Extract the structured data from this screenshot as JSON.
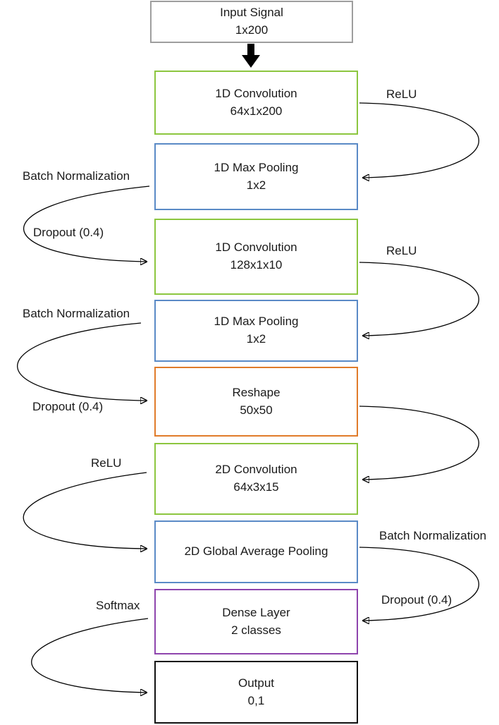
{
  "diagram": {
    "colors": {
      "input": "#9e9e9e",
      "convolution": "#8cc63f",
      "pooling": "#5a8ac6",
      "reshape": "#e07b2a",
      "dense": "#8e44ad",
      "output": "#111111"
    },
    "boxes": [
      {
        "id": "input",
        "line1": "Input Signal",
        "line2": "1x200",
        "kind": "input"
      },
      {
        "id": "conv1",
        "line1": "1D Convolution",
        "line2": "64x1x200",
        "kind": "convolution"
      },
      {
        "id": "pool1",
        "line1": "1D Max Pooling",
        "line2": "1x2",
        "kind": "pooling"
      },
      {
        "id": "conv2",
        "line1": "1D Convolution",
        "line2": "128x1x10",
        "kind": "convolution"
      },
      {
        "id": "pool2",
        "line1": "1D Max Pooling",
        "line2": "1x2",
        "kind": "pooling"
      },
      {
        "id": "reshape",
        "line1": "Reshape",
        "line2": "50x50",
        "kind": "reshape"
      },
      {
        "id": "conv3",
        "line1": "2D Convolution",
        "line2": "64x3x15",
        "kind": "convolution"
      },
      {
        "id": "gap",
        "line1": "2D Global Average Pooling",
        "line2": "",
        "kind": "pooling"
      },
      {
        "id": "dense",
        "line1": "Dense Layer",
        "line2": "2 classes",
        "kind": "dense"
      },
      {
        "id": "output",
        "line1": "Output",
        "line2": "0,1",
        "kind": "output"
      }
    ],
    "edge_labels": [
      {
        "id": "relu1",
        "text": "ReLU"
      },
      {
        "id": "bn1",
        "text": "Batch Normalization"
      },
      {
        "id": "drop1",
        "text": "Dropout (0.4)"
      },
      {
        "id": "relu2",
        "text": "ReLU"
      },
      {
        "id": "bn2",
        "text": "Batch Normalization"
      },
      {
        "id": "drop2",
        "text": "Dropout (0.4)"
      },
      {
        "id": "relu3",
        "text": "ReLU"
      },
      {
        "id": "bn3",
        "text": "Batch Normalization"
      },
      {
        "id": "drop3",
        "text": "Dropout (0.4)"
      },
      {
        "id": "softmax",
        "text": "Softmax"
      }
    ]
  }
}
